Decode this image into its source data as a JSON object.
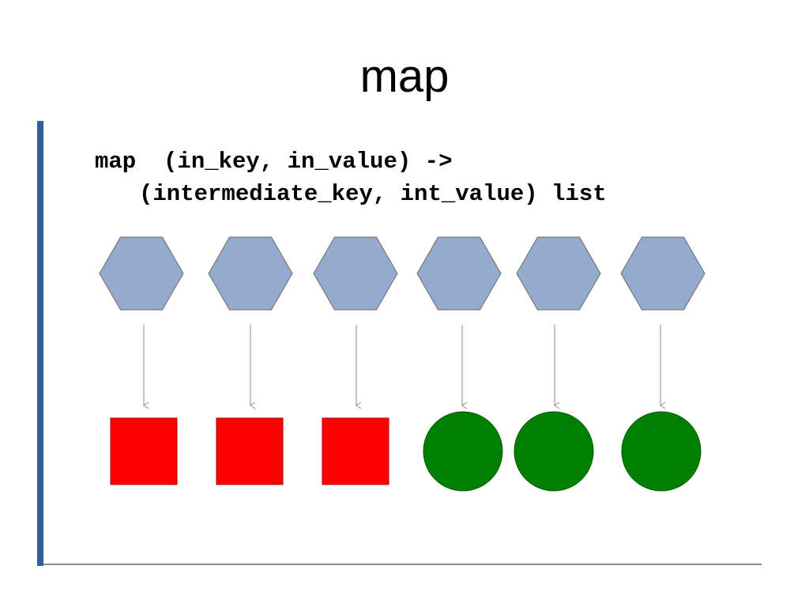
{
  "slide": {
    "title": "map"
  },
  "signature": {
    "line1": "map  (in_key, in_value) ->",
    "line2": "(intermediate_key, int_value) list"
  },
  "colors": {
    "accent_bar": "#2e5f9c",
    "hexagon_fill": "#94abcd",
    "hexagon_stroke": "#6b6b6b",
    "square_fill": "#ff0000",
    "circle_fill": "#008000",
    "arrow": "#8a8a8a",
    "footer_rule": "#8c8c8c"
  },
  "diagram": {
    "inputs": [
      {
        "shape": "hexagon",
        "name": "input-hexagon-1"
      },
      {
        "shape": "hexagon",
        "name": "input-hexagon-2"
      },
      {
        "shape": "hexagon",
        "name": "input-hexagon-3"
      },
      {
        "shape": "hexagon",
        "name": "input-hexagon-4"
      },
      {
        "shape": "hexagon",
        "name": "input-hexagon-5"
      },
      {
        "shape": "hexagon",
        "name": "input-hexagon-6"
      }
    ],
    "outputs": [
      {
        "shape": "square",
        "color": "red",
        "name": "output-square-1"
      },
      {
        "shape": "square",
        "color": "red",
        "name": "output-square-2"
      },
      {
        "shape": "square",
        "color": "red",
        "name": "output-square-3"
      },
      {
        "shape": "circle",
        "color": "green",
        "name": "output-circle-1"
      },
      {
        "shape": "circle",
        "color": "green",
        "name": "output-circle-2"
      },
      {
        "shape": "circle",
        "color": "green",
        "name": "output-circle-3"
      }
    ]
  }
}
